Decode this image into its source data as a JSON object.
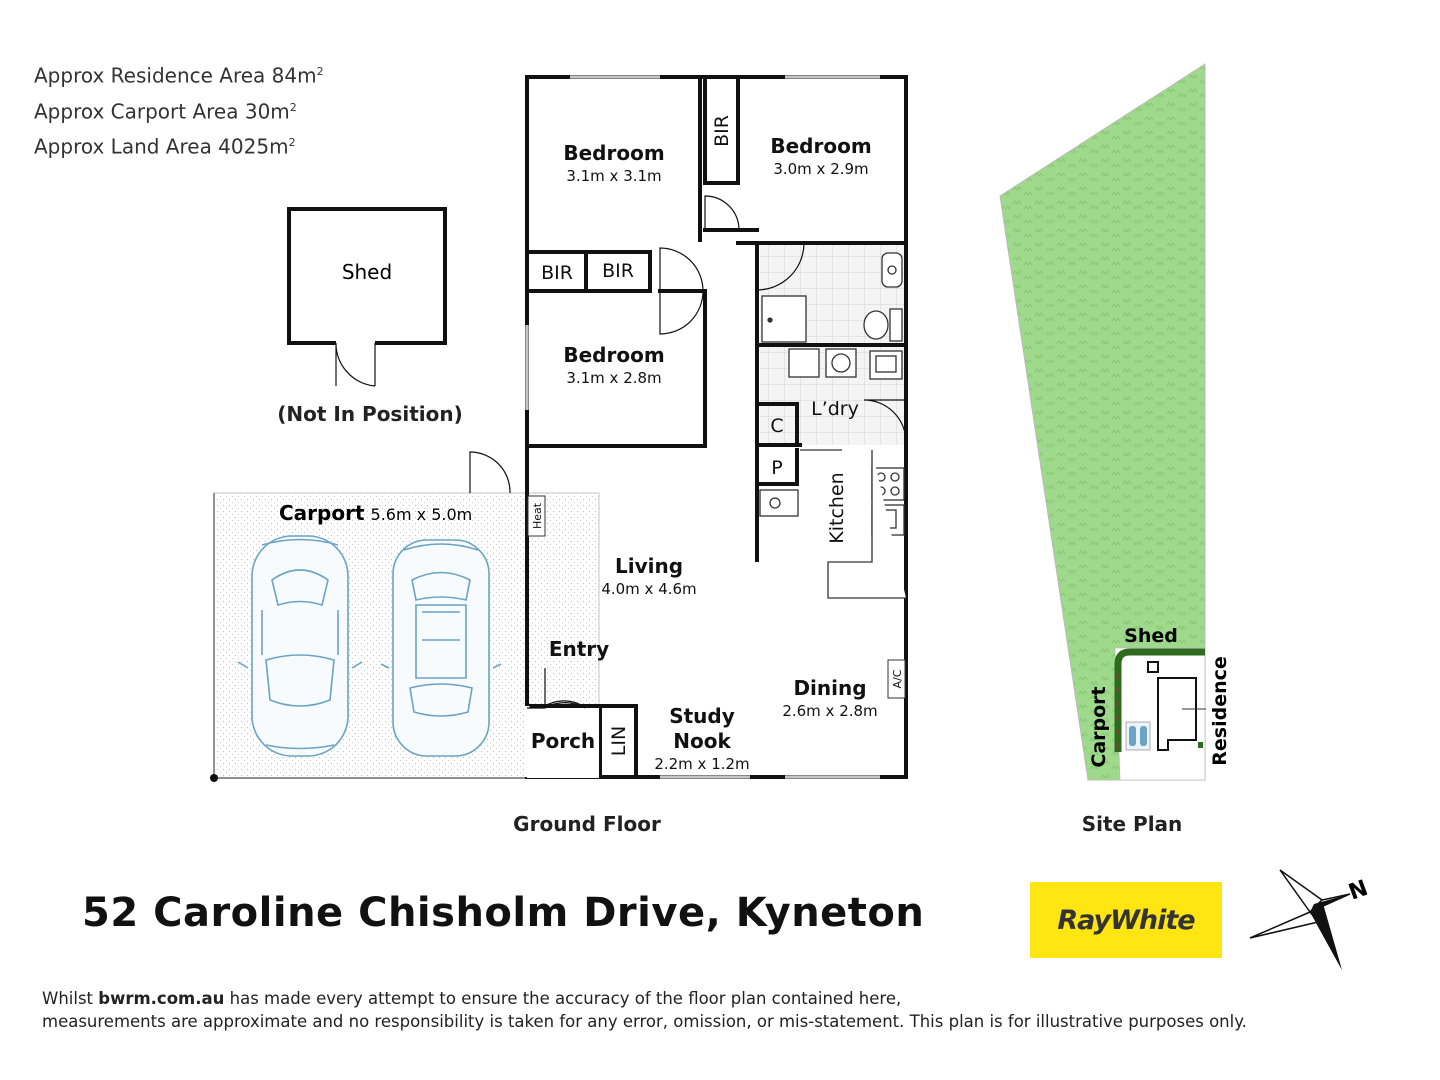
{
  "areas": {
    "residence_label": "Approx Residence Area 84m",
    "carport_label": "Approx Carport Area 30m",
    "land_label": "Approx Land Area 4025m",
    "sup": "2"
  },
  "shed": {
    "name": "Shed",
    "note": "(Not In Position)"
  },
  "rooms": {
    "bed1": {
      "name": "Bedroom",
      "size": "3.1m x 3.1m"
    },
    "bed2": {
      "name": "Bedroom",
      "size": "3.0m x 2.9m"
    },
    "bed3": {
      "name": "Bedroom",
      "size": "3.1m x 2.8m"
    },
    "bir": "BIR",
    "laundry": "L’dry",
    "cupboard": "C",
    "pantry": "P",
    "kitchen": "Kitchen",
    "heat": "Heat",
    "living": {
      "name": "Living",
      "size": "4.0m x 4.6m"
    },
    "entry": "Entry",
    "porch": "Porch",
    "lin": "LIN",
    "study": {
      "name1": "Study",
      "name2": "Nook",
      "size": "2.2m x 1.2m"
    },
    "dining": {
      "name": "Dining",
      "size": "2.6m x 2.8m"
    },
    "ac": "A/C",
    "carport": {
      "name": "Carport",
      "size": "5.6m x 5.0m"
    }
  },
  "captions": {
    "ground_floor": "Ground Floor",
    "site_plan": "Site Plan"
  },
  "site": {
    "shed": "Shed",
    "carport": "Carport",
    "residence": "Residence"
  },
  "title": "52 Caroline Chisholm Drive, Kyneton",
  "disclaimer": {
    "prefix": "Whilst ",
    "site": "bwrm.com.au",
    "line1_rest": " has made every attempt to ensure the accuracy of the floor plan contained here,",
    "line2": "measurements are approximate and no responsibility is taken for any error, omission, or mis-statement. This plan is for illustrative purposes only."
  },
  "logo": {
    "text": "RayWhite"
  },
  "compass": {
    "north": "N"
  },
  "colors": {
    "wall": "#111111",
    "land": "#9ed98c",
    "car_outline": "#6aa3c4",
    "logo_yellow": "#ffe512",
    "hedge": "#2e6b1f"
  }
}
